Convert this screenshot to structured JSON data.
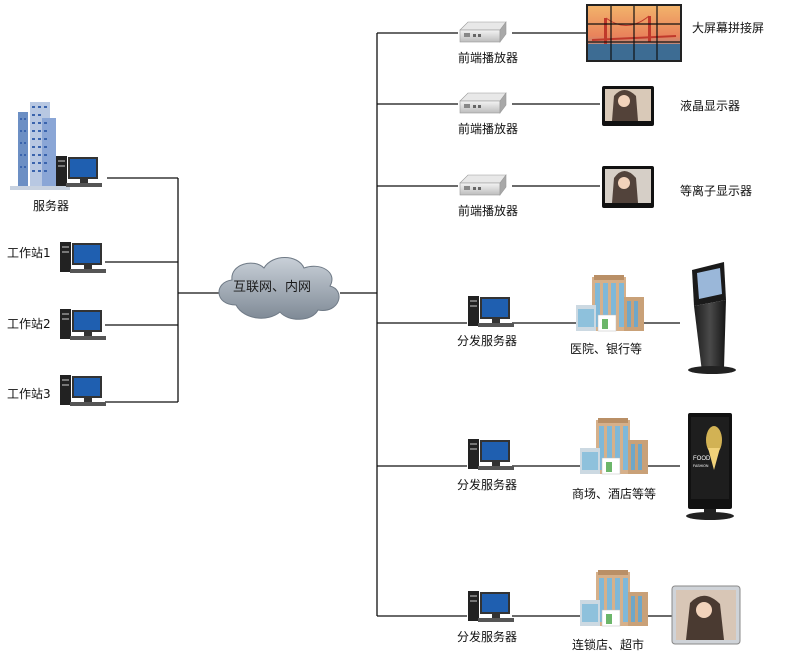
{
  "left_nodes": {
    "server_label": "服务器",
    "workstations": [
      "工作站1",
      "工作站2",
      "工作站3"
    ]
  },
  "network_label": "互联网、内网",
  "front_players": [
    {
      "device": "前端播放器",
      "screen": "大屏幕拼接屏"
    },
    {
      "device": "前端播放器",
      "screen": "液晶显示器"
    },
    {
      "device": "前端播放器",
      "screen": "等离子显示器"
    }
  ],
  "distribution": [
    {
      "device": "分发服务器",
      "site": "医院、银行等"
    },
    {
      "device": "分发服务器",
      "site": "商场、酒店等等"
    },
    {
      "device": "分发服务器",
      "site": "连锁店、超市"
    }
  ],
  "kiosk_text": {
    "line1": "FOOD",
    "line2": "FASHION"
  },
  "colors": {
    "line": "#111111",
    "cloud": "#9aa5b1",
    "monitor_screen": "#1f5fb0",
    "building": "#c9a178",
    "building_glass": "#7fb8d8",
    "tower_blue": "#4a7dc7"
  }
}
